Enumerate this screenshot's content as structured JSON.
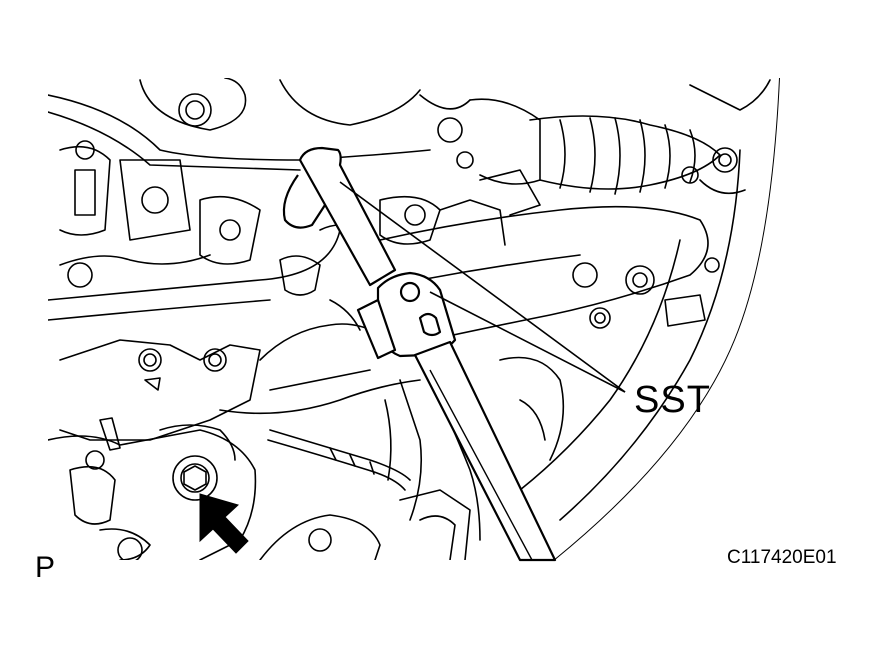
{
  "figure": {
    "callout_label": "SST",
    "view_code": "P",
    "figure_code": "C117420E01"
  },
  "colors": {
    "line": "#000000",
    "background": "#ffffff"
  },
  "icons": {
    "arrow": "arrow-up-left-icon",
    "bolt": "bolt-icon"
  }
}
